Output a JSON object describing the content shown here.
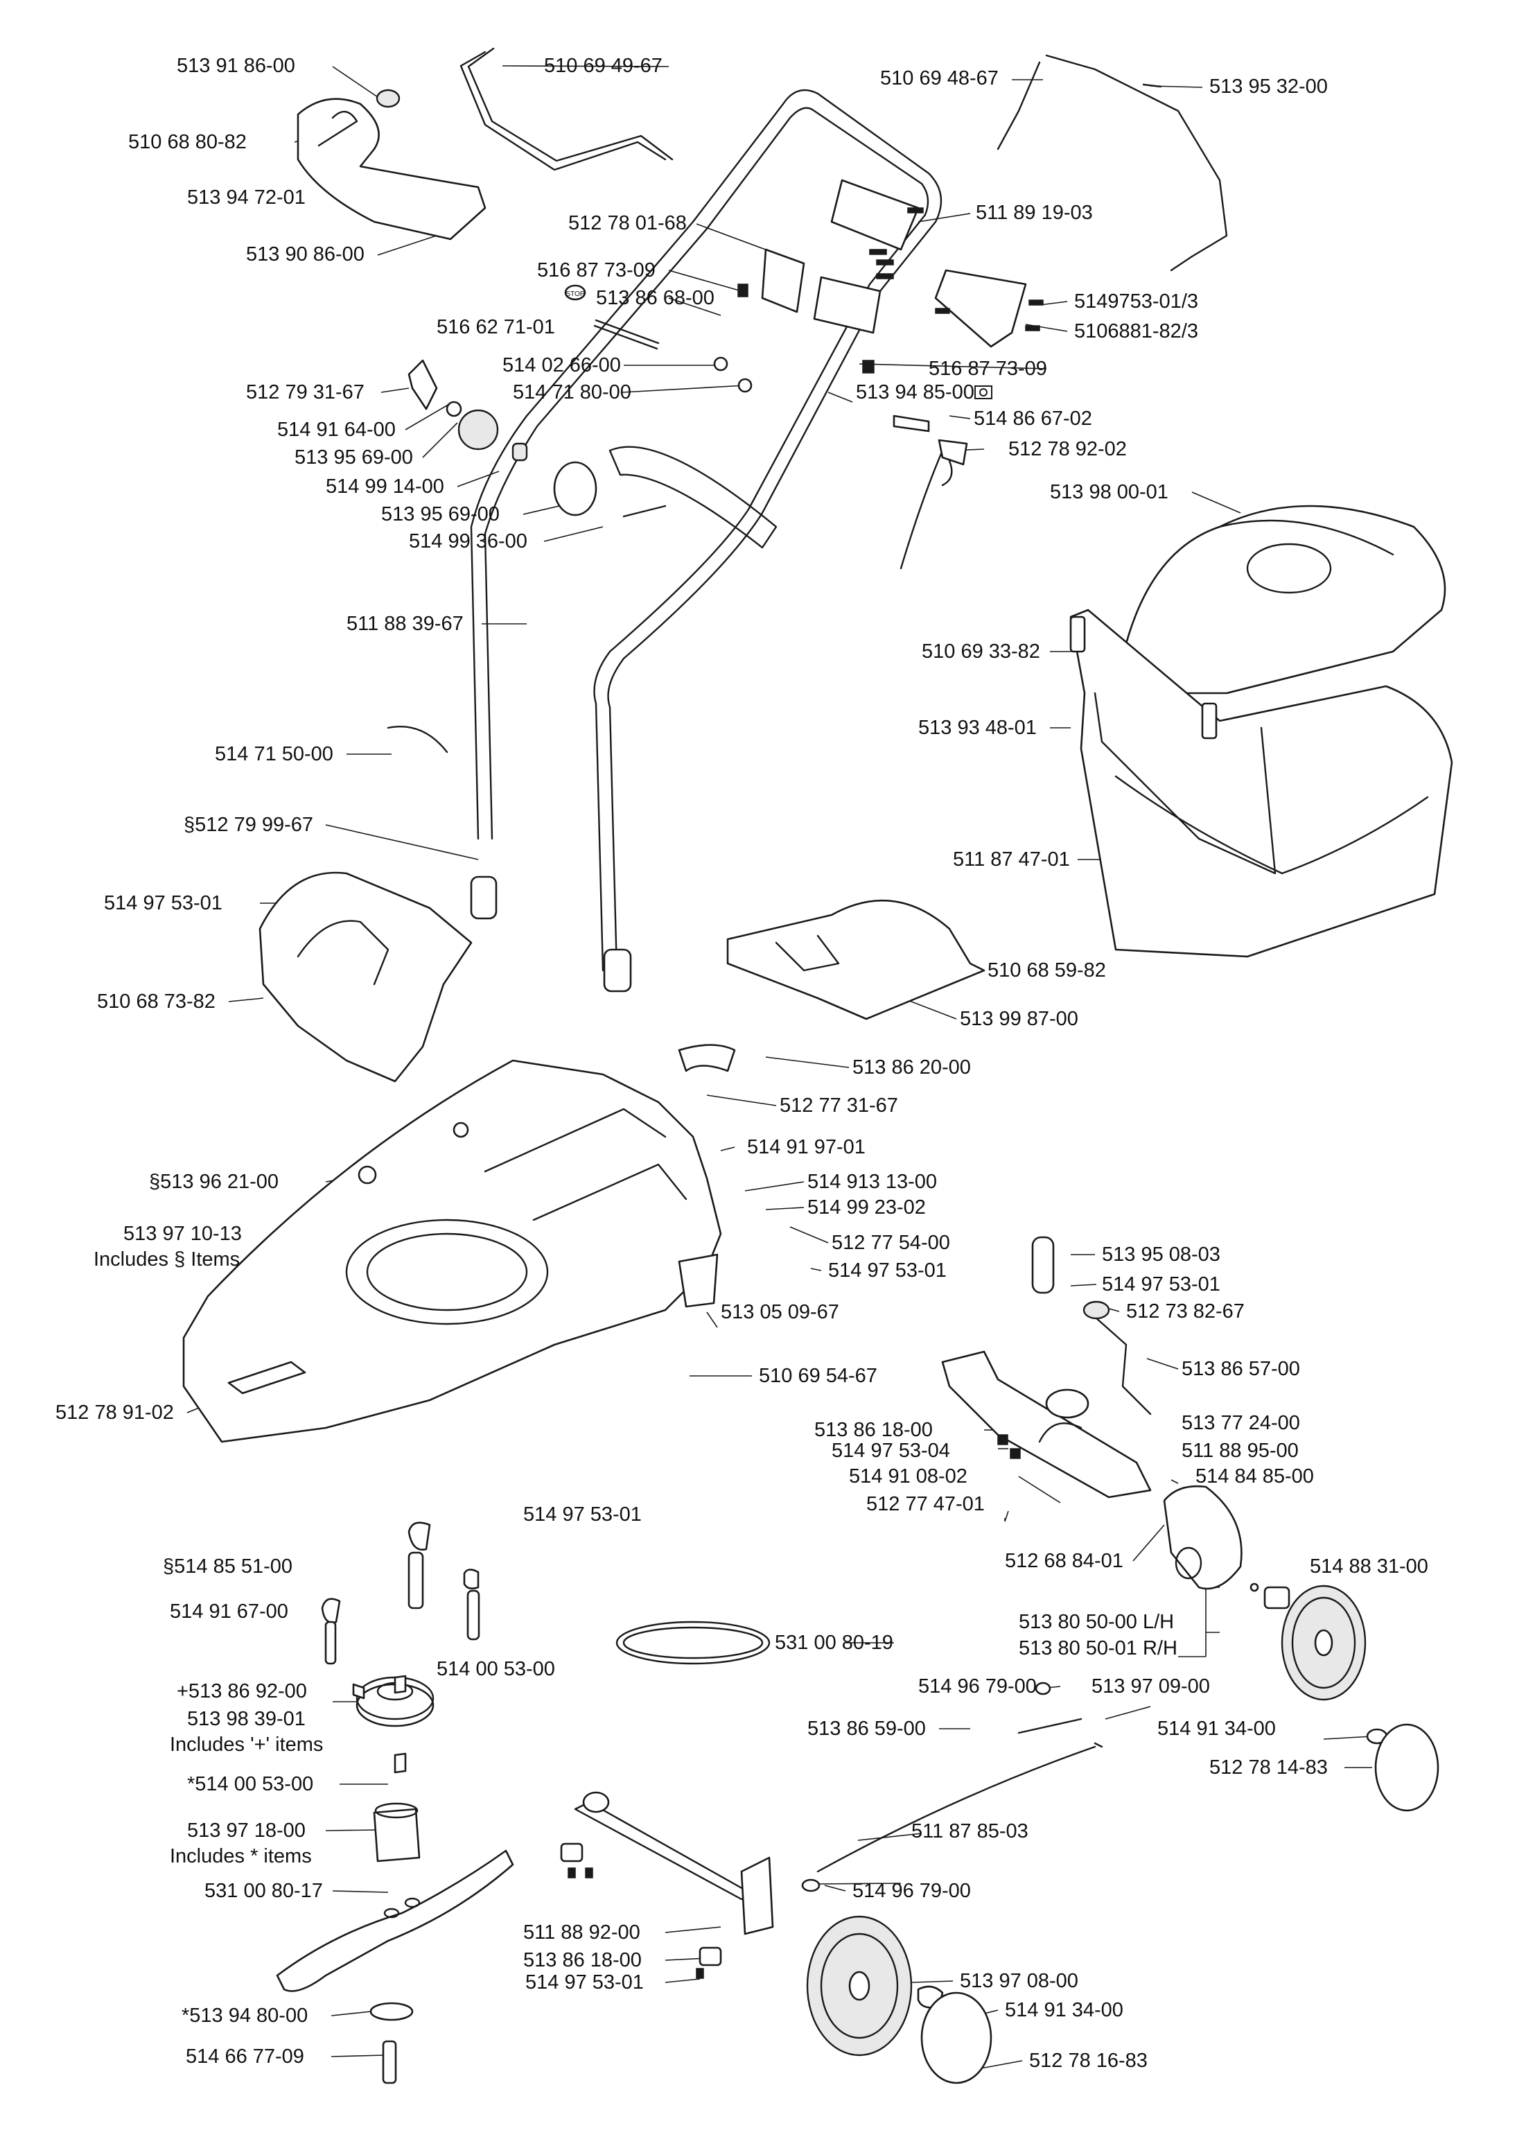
{
  "diagram": {
    "labels": {
      "p_513918600": "513 91 86-00",
      "p_510694967": "510 69 49-67",
      "p_510694867": "510 69 48-67",
      "p_513953200": "513 95 32-00",
      "p_510688082": "510 68 80-82",
      "p_513947201": "513 94 72-01",
      "p_513908600": "513 90 86-00",
      "p_512780168": "512 78 01-68",
      "p_511891903": "511 89 19-03",
      "p_516877309a": "516 87 73-09",
      "p_513866800": "513 86 68-00",
      "p_516627101": "516 62 71-01",
      "p_5149753": "5149753-01/3",
      "p_5106881": "5106881-82/3",
      "p_514026600": "514 02 66-00",
      "p_516877309b": "516 87 73-09",
      "p_512793167": "512 79 31-67",
      "p_514718000": "514 71 80-00",
      "p_513948500": "513 94 85-00",
      "p_514916400": "514 91 64-00",
      "p_514866702": "514 86 67-02",
      "p_513956900a": "513 95 69-00",
      "p_512789202": "512 78 92-02",
      "p_514991400": "514 99 14-00",
      "p_513980001": "513 98 00-01",
      "p_513956900b": "513 95 69-00",
      "p_514993600": "514 99 36-00",
      "p_511883967": "511 88 39-67",
      "p_510693382": "510 69 33-82",
      "p_513934801": "513 93 48-01",
      "p_514715000": "514 71 50-00",
      "p_512799967": "§512 79 99-67",
      "p_511874701": "511 87 47-01",
      "p_514975301a": "514 97 53-01",
      "p_510685982": "510 68 59-82",
      "p_510687382": "510 68 73-82",
      "p_513998700": "513 99 87-00",
      "p_513862000": "513 86 20-00",
      "p_512773167": "512 77 31-67",
      "p_514919701": "514 91 97-01",
      "p_513962100": "§513 96 21-00",
      "p_514913130": "514 913 13-00",
      "p_514992302": "514 99 23-02",
      "p_513971013": "513 97 10-13",
      "p_includes_s": "Includes § Items",
      "p_512775400": "512 77 54-00",
      "p_513950803": "513 95 08-03",
      "p_514975301b": "514 97 53-01",
      "p_514975301c": "514 97 53-01",
      "p_512738267": "512 73 82-67",
      "p_513050967": "513 05 09-67",
      "p_513865700": "513 86 57-00",
      "p_510695467": "510 69 54-67",
      "p_512789102": "512 78 91-02",
      "p_513861800a": "513 86 18-00",
      "p_513772400": "513 77 24-00",
      "p_514975304": "514 97 53-04",
      "p_511889500": "511 88 95-00",
      "p_514910802": "514 91 08-02",
      "p_514848500": "514 84 85-00",
      "p_512774701": "512 77 47-01",
      "p_514975301d": "514 97 53-01",
      "p_512688401": "512 68 84-01",
      "p_514855100": "§514 85 51-00",
      "p_514883100": "514 88 31-00",
      "p_514916700": "514 91 67-00",
      "p_513805000": "513 80 50-00 L/H",
      "p_513805001": "513 80 50-01 R/H",
      "p_531008019": "531 00 80-19",
      "p_514005300a": "514 00 53-00",
      "p_513869200": "+513 86 92-00",
      "p_514967900a": "514 96 79-00",
      "p_513970900": "513 97 09-00",
      "p_513983901": "513 98 39-01",
      "p_includes_plus": "Includes '+' items",
      "p_513865900": "513 86 59-00",
      "p_514913400a": "514 91 34-00",
      "p_512781483": "512 78 14-83",
      "p_514005300b": "*514 00 53-00",
      "p_513971800": "513 97 18-00",
      "p_includes_star": "Includes  *  items",
      "p_511878503": "511 87 85-03",
      "p_531008017": "531 00  80-17",
      "p_514967900b": "514 96 79-00",
      "p_511889200": "511 88 92-00",
      "p_513861800b": "513 86 18-00",
      "p_513970800": "513 97  08-00",
      "p_514975301e": "514 97 53-01",
      "p_514913400b": "514 91 34-00",
      "p_513948000": "*513 94 80-00",
      "p_512781683": "512 78 16-83",
      "p_514667709": "514 66 77-09",
      "stop_badge": "STOP"
    }
  }
}
